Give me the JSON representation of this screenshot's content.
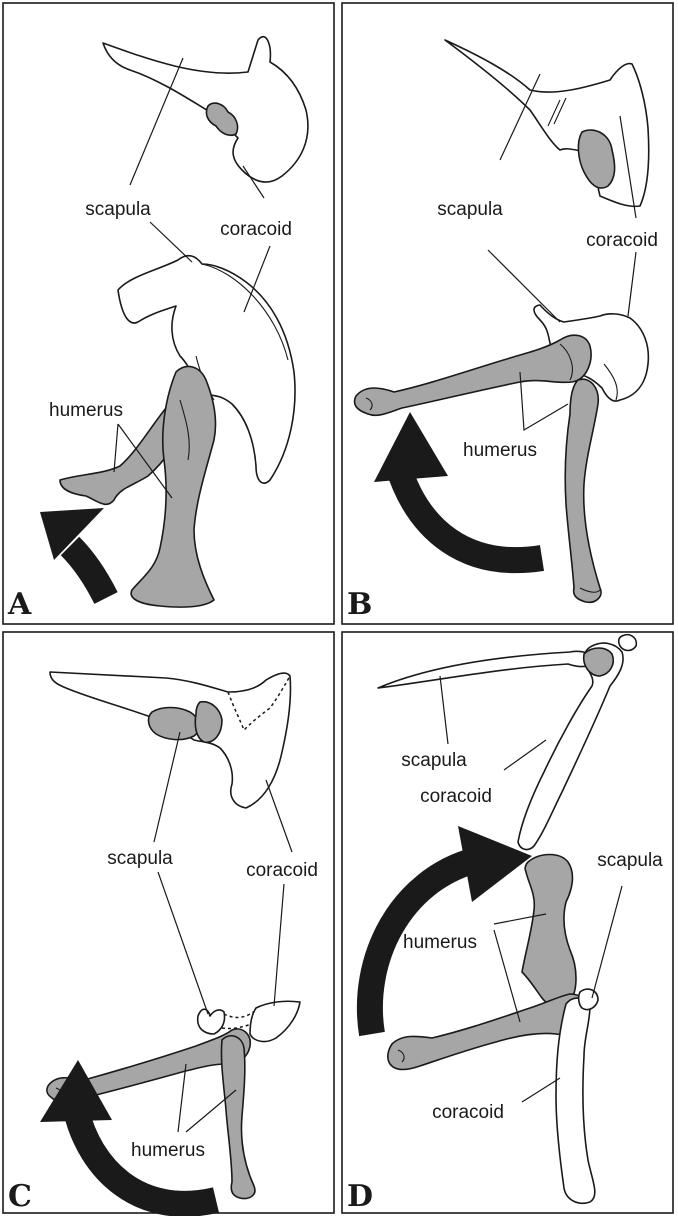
{
  "panels": {
    "A": {
      "letter": "A",
      "labels": {
        "scapula": "scapula",
        "coracoid": "coracoid",
        "humerus": "humerus"
      }
    },
    "B": {
      "letter": "B",
      "labels": {
        "scapula": "scapula",
        "coracoid": "coracoid",
        "humerus": "humerus"
      }
    },
    "C": {
      "letter": "C",
      "labels": {
        "scapula": "scapula",
        "coracoid": "coracoid",
        "humerus": "humerus"
      }
    },
    "D": {
      "letter": "D",
      "labels": {
        "scapula_top": "scapula",
        "coracoid_top": "coracoid",
        "scapula": "scapula",
        "humerus": "humerus",
        "coracoid": "coracoid"
      }
    }
  },
  "colors": {
    "bone_highlight": "#a6a6a6",
    "outline": "#1a1a1a",
    "background": "#ffffff"
  }
}
